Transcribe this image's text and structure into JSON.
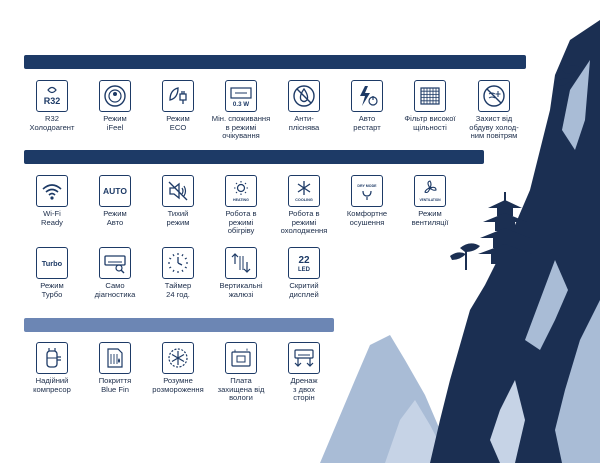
{
  "sections": [
    {
      "items": [
        {
          "icon": "r32-refrigerant-icon",
          "tile_text": "R32",
          "label": "R32\nХолодоагент"
        },
        {
          "icon": "ifeel-icon",
          "tile_text": "",
          "label": "Режим\niFeel"
        },
        {
          "icon": "eco-plug-icon",
          "tile_text": "",
          "label": "Режим\nECO"
        },
        {
          "icon": "standby-power-icon",
          "tile_text": "0.3 W",
          "label": "Мін. споживання\nв режимі\nочікування"
        },
        {
          "icon": "anti-mold-icon",
          "tile_text": "",
          "label": "Анти-\nпліснява"
        },
        {
          "icon": "auto-restart-icon",
          "tile_text": "",
          "label": "Авто\nрестарт"
        },
        {
          "icon": "high-density-filter-icon",
          "tile_text": "",
          "label": "Фільтр високої\nщільності"
        },
        {
          "icon": "cold-draft-protection-icon",
          "tile_text": "",
          "label": "Захист від\nобдуву холод-\nним повітрям"
        }
      ]
    },
    {
      "items": [
        {
          "icon": "wifi-icon",
          "tile_text": "",
          "label": "Wi-Fi\nReady"
        },
        {
          "icon": "auto-mode-icon",
          "tile_text": "AUTO",
          "label": "Режим\nАвто"
        },
        {
          "icon": "quiet-mode-icon",
          "tile_text": "",
          "label": "Тихий\nрежим"
        },
        {
          "icon": "heating-sun-icon",
          "tile_text": "HEATING",
          "label": "Робота в\nрежимі\nобігріву"
        },
        {
          "icon": "cooling-snowflake-icon",
          "tile_text": "COOLING",
          "label": "Робота в\nрежимі\nохолодження"
        },
        {
          "icon": "dry-mode-icon",
          "tile_text": "DRY MODE",
          "label": "Комфортне\nосушення"
        },
        {
          "icon": "ventilation-fan-icon",
          "tile_text": "VENTILATION",
          "label": "Режим\nвентиляції"
        }
      ]
    },
    {
      "items": [
        {
          "icon": "turbo-mode-icon",
          "tile_text": "Turbo",
          "label": "Режим\nТурбо"
        },
        {
          "icon": "self-diagnosis-icon",
          "tile_text": "",
          "label": "Само\nдіагностика"
        },
        {
          "icon": "timer-24h-icon",
          "tile_text": "",
          "label": "Таймер\n24 год."
        },
        {
          "icon": "vertical-louvers-icon",
          "tile_text": "",
          "label": "Вертикальні\nжалюзі"
        },
        {
          "icon": "hidden-display-icon",
          "tile_text": "22",
          "tile_text2": "LED",
          "label": "Скритий\nдисплей"
        }
      ]
    },
    {
      "items": [
        {
          "icon": "reliable-compressor-icon",
          "tile_text": "",
          "label": "Надійний\nкомпресор"
        },
        {
          "icon": "blue-fin-coating-icon",
          "tile_text": "",
          "label": "Покриття\nBlue Fin"
        },
        {
          "icon": "smart-defrost-icon",
          "tile_text": "",
          "label": "Розумне\nрозмороження"
        },
        {
          "icon": "moisture-protected-board-icon",
          "tile_text": "",
          "label": "Плата\nзахищена від\nвологи"
        },
        {
          "icon": "dual-side-drainage-icon",
          "tile_text": "",
          "label": "Дренаж\nз двох\nсторін"
        }
      ]
    }
  ],
  "colors": {
    "primary": "#1d3a66",
    "light_bar": "#6c86b4",
    "mountain_dark": "#1b2f52",
    "mountain_light": "#a9bcd6"
  }
}
